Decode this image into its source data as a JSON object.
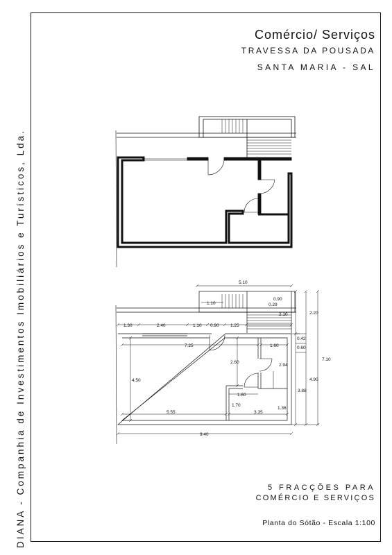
{
  "company_vertical": "DIANA - Companhia de Investimentos Imobiliários e Turísticos, Lda.",
  "header": {
    "title": "Comércio/ Serviços",
    "street": "TRAVESSA DA POUSADA",
    "location": "SANTA MARIA - SAL"
  },
  "footer": {
    "line1": "5 FRACÇÕES PARA",
    "line2": "COMÉRCIO E SERVIÇOS",
    "plan": "Planta do Sótão - Escala 1:100"
  },
  "dimensions": {
    "top_width": "5.10",
    "stair_1_10": "1.10",
    "d_0_90_top": "0.90",
    "d_0_29": "0.29",
    "d_2_10": "2.10",
    "d_2_20": "2.20",
    "d_1_30": "1.30",
    "d_2_40": "2.40",
    "d_1_10": "1.10",
    "d_0_90": "0.90",
    "d_1_25": "1.25",
    "d_0_42": "0.42",
    "d_0_60": "0.60",
    "d_7_25": "7.25",
    "d_1_60_top": "1.60",
    "d_2_94": "2.94",
    "d_7_10": "7.10",
    "d_2_60": "2.60",
    "d_4_50": "4.50",
    "d_4_90": "4.90",
    "d_3_88": "3.88",
    "d_1_60_bottom": "1.60",
    "d_1_70": "1.70",
    "d_5_55": "5.55",
    "d_3_35": "3.35",
    "d_1_36": "1.36",
    "d_9_40": "9.40"
  }
}
